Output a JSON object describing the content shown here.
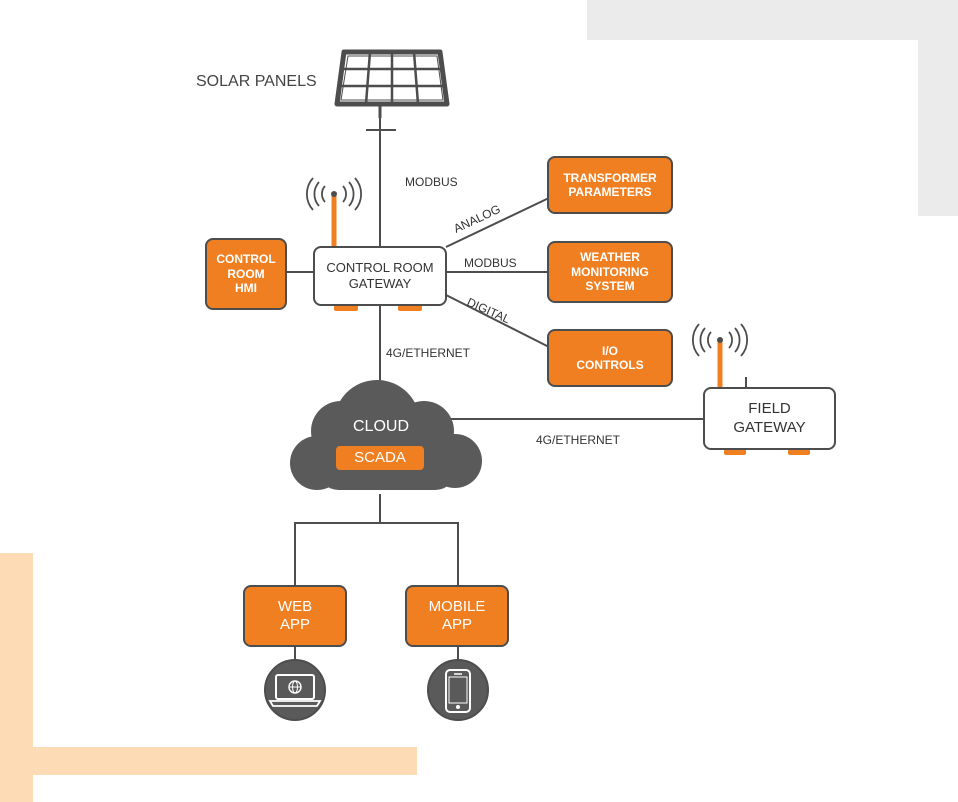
{
  "diagram": {
    "nodes": {
      "solar_panels": "SOLAR PANELS",
      "control_room_hmi": "CONTROL\nROOM\nHMI",
      "control_room_gateway": "CONTROL ROOM\nGATEWAY",
      "transformer_parameters": "TRANSFORMER\nPARAMETERS",
      "weather_monitoring_system": "WEATHER\nMONITORING\nSYSTEM",
      "io_controls": "I/O\nCONTROLS",
      "field_gateway": "FIELD\nGATEWAY",
      "cloud": "CLOUD",
      "scada": "SCADA",
      "web_app": "WEB\nAPP",
      "mobile_app": "MOBILE\nAPP"
    },
    "edges": {
      "solar_to_gateway": "MODBUS",
      "gateway_to_transformer": "ANALOG",
      "gateway_to_weather": "MODBUS",
      "gateway_to_io": "DIGITAL",
      "gateway_to_cloud": "4G/ETHERNET",
      "cloud_to_field": "4G/ETHERNET"
    },
    "antenna_icon": "wireless-antenna-icon",
    "laptop_icon": "laptop-globe-icon",
    "phone_icon": "smartphone-icon",
    "colors": {
      "orange": "#f07f22",
      "dark": "#4d4d4d",
      "cloud": "#5a5a5a",
      "peach": "#fddcb5",
      "gray": "#ebebeb"
    }
  }
}
